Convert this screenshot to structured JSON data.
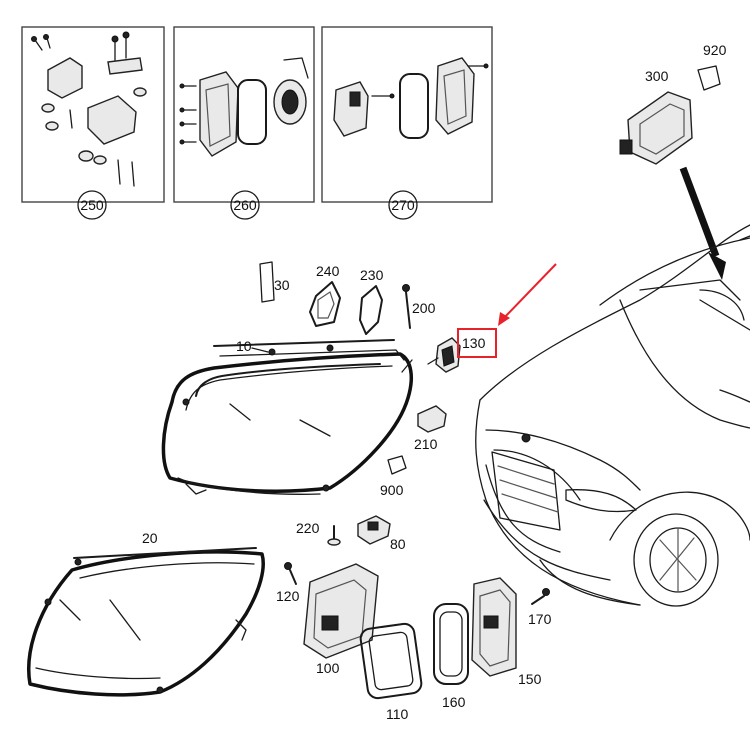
{
  "kits": [
    {
      "name": "kit-250",
      "label": "250"
    },
    {
      "name": "kit-260",
      "label": "260"
    },
    {
      "name": "kit-270",
      "label": "270"
    }
  ],
  "parts": {
    "p920": "920",
    "p300": "300",
    "p30": "30",
    "p240": "240",
    "p230": "230",
    "p200": "200",
    "p10": "10",
    "p130": "130",
    "p210": "210",
    "p900": "900",
    "p220": "220",
    "p80": "80",
    "p20": "20",
    "p120": "120",
    "p100": "100",
    "p110": "110",
    "p160": "160",
    "p150": "150",
    "p170": "170"
  },
  "highlight": {
    "part": "130",
    "color": "#e8222a"
  },
  "colors": {
    "line": "#1a1a1a",
    "frame": "#444444",
    "highlight": "#e8222a"
  }
}
